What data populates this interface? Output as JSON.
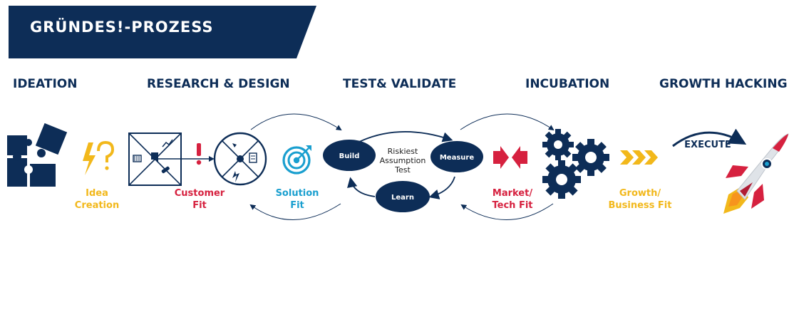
{
  "header": {
    "title": "GRÜNDES!-PROZESS"
  },
  "phases": [
    "IDEATION",
    "RESEARCH & DESIGN",
    "TEST& VALIDATE",
    "INCUBATION",
    "GROWTH HACKING"
  ],
  "stage_labels": {
    "idea": [
      "Idea",
      "Creation"
    ],
    "customer": [
      "Customer",
      "Fit"
    ],
    "solution": [
      "Solution",
      "Fit"
    ],
    "market": [
      "Market/",
      "Tech Fit"
    ],
    "growth": [
      "Growth/",
      "Business Fit"
    ]
  },
  "loop": {
    "build": "Build",
    "measure": "Measure",
    "learn": "Learn",
    "center": [
      "Riskiest",
      "Assumption",
      "Test"
    ]
  },
  "execute_label": "EXECUTE",
  "colors": {
    "navy": "#0d2d57",
    "yellow": "#f2b81b",
    "red": "#d6213f",
    "blue": "#1a9fcf"
  },
  "icons": [
    "puzzle-icon",
    "lightning-question-icon",
    "value-proposition-canvas-icon",
    "exclamation-icon",
    "target-icon",
    "collision-arrows-icon",
    "gears-icon",
    "chevrons-icon",
    "rocket-icon"
  ]
}
